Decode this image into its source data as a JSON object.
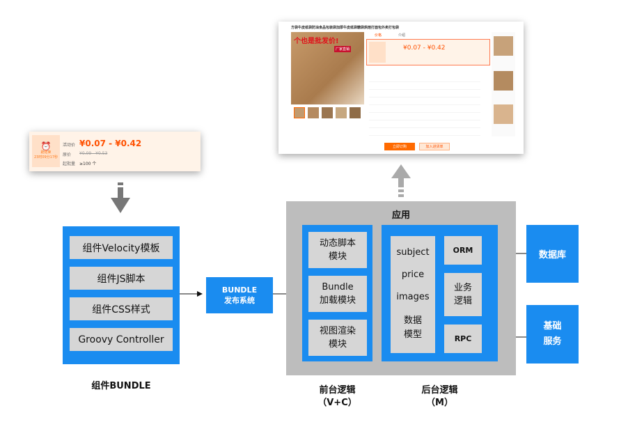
{
  "price_widget": {
    "countdown": "距结束\n23时09分17秒",
    "activity_price_label": "活动价",
    "price_range": "¥0.07 - ¥0.42",
    "original_price_label": "原价",
    "original_price": "¥0.09 - ¥0.53",
    "start_qty_label": "起批量",
    "start_qty": "≥100 个"
  },
  "product_page": {
    "title": "方袋牛皮纸袋防油食品包装袋加厚牛皮纸袋糖袋烘焙打面包外卖打包袋",
    "banner_text": "个也是批发价!",
    "banner_sub": "厂家直销",
    "tab_price": "价格",
    "tab_spec": "介绍",
    "price_range": "¥0.07 - ¥0.42",
    "buy_button": "立即订购",
    "cart_button": "加入进货单"
  },
  "bundle_group": {
    "items": [
      "组件Velocity模板",
      "组件JS脚本",
      "组件CSS样式",
      "Groovy Controller"
    ],
    "caption": "组件BUNDLE"
  },
  "publish_system": {
    "line1": "BUNDLE",
    "line2": "发布系统"
  },
  "app_box": {
    "title": "应用",
    "front": {
      "items": [
        "动态脚本\n模块",
        "Bundle\n加载模块",
        "视图渲染\n模块"
      ],
      "caption_line1": "前台逻辑",
      "caption_line2": "（V+C）"
    },
    "back": {
      "data_model_fields": [
        "subject",
        "price",
        "images"
      ],
      "data_model_label": "数据\n模型",
      "orm": "ORM",
      "business": "业务\n逻辑",
      "rpc": "RPC",
      "caption_line1": "后台逻辑",
      "caption_line2": "（M）"
    }
  },
  "external": {
    "database": "数据库",
    "base_service": "基础\n服务"
  },
  "colors": {
    "accent_blue": "#1a8cf0",
    "app_gray": "#bdbdbd",
    "module_gray": "#d6d6d6",
    "price_orange": "#ff5000"
  }
}
